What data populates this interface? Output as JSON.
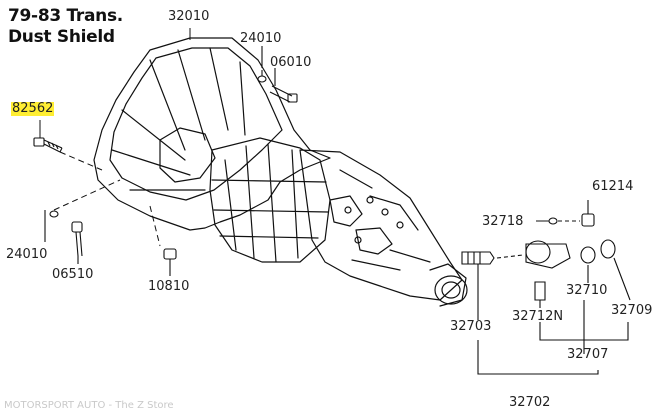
{
  "title_line1": "79-83 Trans.",
  "title_line2": "Dust Shield",
  "parts": {
    "p32010": "32010",
    "p24010_top": "24010",
    "p06010": "06010",
    "p82562": "82562",
    "p61214": "61214",
    "p32718": "32718",
    "p24010_left": "24010",
    "p06510": "06510",
    "p10810": "10810",
    "p32710": "32710",
    "p32709": "32709",
    "p32712N": "32712N",
    "p32703": "32703",
    "p32707": "32707",
    "p32702": "32702"
  },
  "highlight_color": "#ffee33",
  "footer": "MOTORSPORT AUTO - The Z Store"
}
